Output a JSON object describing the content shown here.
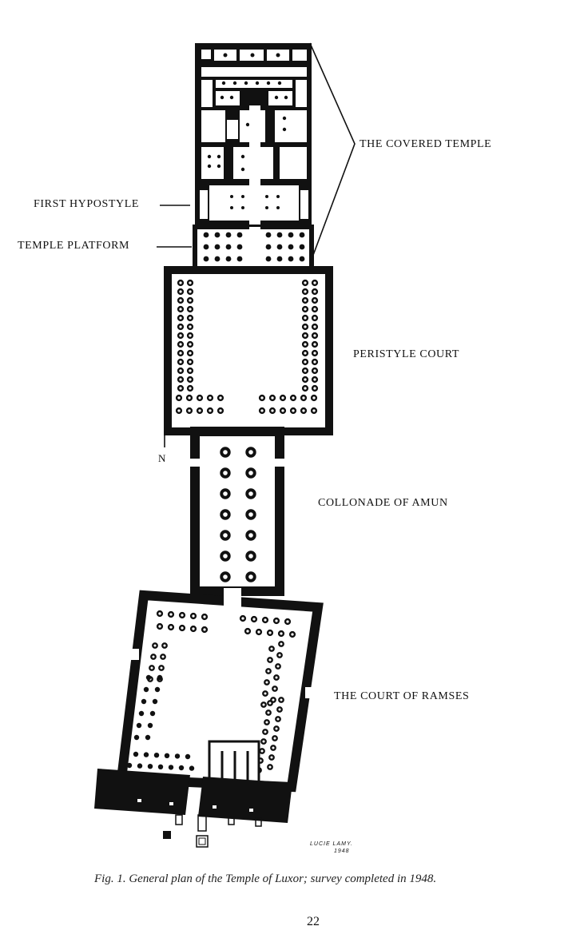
{
  "labels": {
    "covered_temple": "THE COVERED TEMPLE",
    "first_hypostyle": "FIRST HYPOSTYLE",
    "temple_platform": "TEMPLE PLATFORM",
    "peristyle_court": "PERISTYLE COURT",
    "collonade": "COLLONADE OF AMUN",
    "court_of_ramses": "THE COURT OF RAMSES",
    "north": "N"
  },
  "signature": {
    "name": "LUCIE LAMY.",
    "year": "1948"
  },
  "caption": "Fig. 1. General plan of the Temple of Luxor; survey completed in 1948.",
  "page_number": "22"
}
